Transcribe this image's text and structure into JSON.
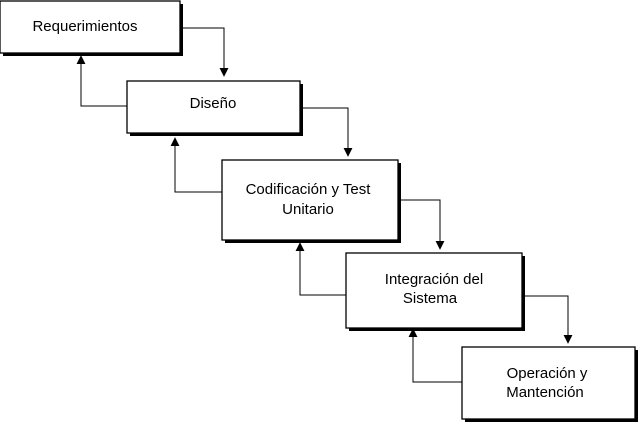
{
  "diagram": {
    "type": "waterfall",
    "stages": [
      {
        "id": "requerimientos",
        "lines": [
          "Requerimientos"
        ]
      },
      {
        "id": "diseno",
        "lines": [
          "Diseño"
        ]
      },
      {
        "id": "codificacion",
        "lines": [
          "Codificación y Test",
          "Unitario"
        ]
      },
      {
        "id": "integracion",
        "lines": [
          "Integración del",
          "Sistema"
        ]
      },
      {
        "id": "operacion",
        "lines": [
          "Operación y",
          "Mantención"
        ]
      }
    ],
    "flow": [
      {
        "from": "requerimientos",
        "to": "diseno",
        "direction": "forward"
      },
      {
        "from": "diseno",
        "to": "codificacion",
        "direction": "forward"
      },
      {
        "from": "codificacion",
        "to": "integracion",
        "direction": "forward"
      },
      {
        "from": "integracion",
        "to": "operacion",
        "direction": "forward"
      },
      {
        "from": "diseno",
        "to": "requerimientos",
        "direction": "feedback"
      },
      {
        "from": "codificacion",
        "to": "diseno",
        "direction": "feedback"
      },
      {
        "from": "integracion",
        "to": "codificacion",
        "direction": "feedback"
      },
      {
        "from": "operacion",
        "to": "integracion",
        "direction": "feedback"
      }
    ],
    "colors": {
      "line": "#000000",
      "box_fill": "#ffffff",
      "shadow": "#000000"
    }
  }
}
